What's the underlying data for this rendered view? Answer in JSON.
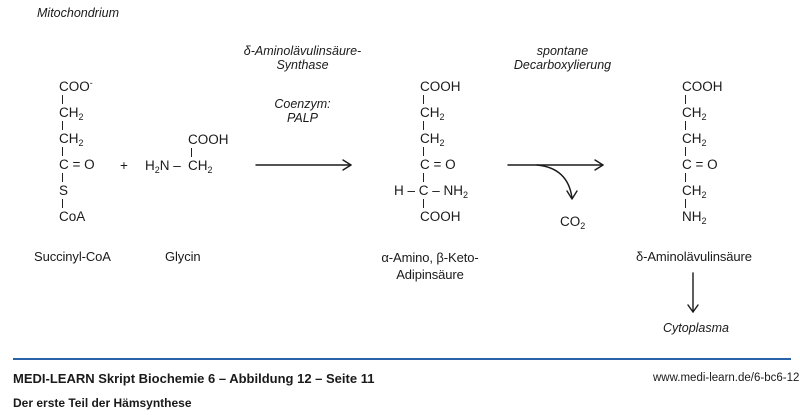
{
  "header": {
    "compartment_top": "Mitochondrium"
  },
  "reaction": {
    "step1": {
      "enzyme_line1": "δ-Aminolävulinsäure-",
      "enzyme_line2": "Synthase",
      "coenzyme_line1": "Coenzym:",
      "coenzyme_line2": "PALP"
    },
    "step2": {
      "label_line1": "spontane",
      "label_line2": "Decarboxylierung",
      "byproduct": "CO",
      "byproduct_sub": "2"
    },
    "plus_sign": "+"
  },
  "molecules": {
    "succinyl_coa": {
      "name": "Succinyl-CoA",
      "atoms": [
        "COO",
        "CH",
        "CH",
        "C",
        "S",
        "CoA"
      ],
      "charge": "-",
      "sub2": "2",
      "keto_o": "O"
    },
    "glycin": {
      "name": "Glycin",
      "top": "COOH",
      "amine": "H",
      "amine_sub": "2",
      "amine_n": "N",
      "ch": "CH",
      "ch_sub": "2"
    },
    "amino_keto_adipic": {
      "name_line1": "α-Amino, β-Keto-",
      "name_line2": "Adipinsäure",
      "top": "COOH",
      "ch": "CH",
      "sub2": "2",
      "c": "C",
      "keto_o": "O",
      "h": "H",
      "nh": "NH",
      "bottom": "COOH"
    },
    "ala": {
      "name": "δ-Aminolävulinsäure",
      "top": "COOH",
      "ch": "CH",
      "sub2": "2",
      "c": "C",
      "keto_o": "O",
      "nh": "NH"
    }
  },
  "export": {
    "compartment_bottom": "Cytoplasma"
  },
  "footer": {
    "title": "MEDI-LEARN Skript Biochemie 6 – Abbildung 12 – Seite 11",
    "subtitle": "Der erste Teil der Hämsynthese",
    "url": "www.medi-learn.de/6-bc6-12",
    "rule_color": "#2a62a8"
  }
}
